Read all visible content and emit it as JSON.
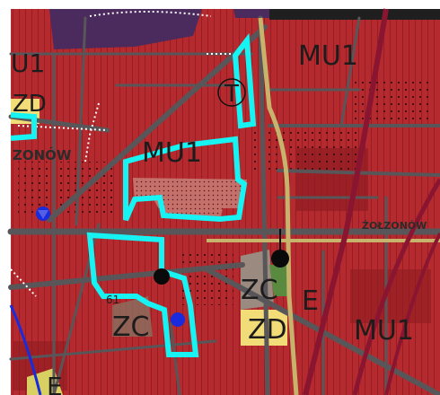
{
  "map": {
    "labels": {
      "mu1_top_right": "MU1",
      "mu1_left_edge": "U1",
      "zd_left": "ZD",
      "mu1_center": "MU1",
      "t_symbol": "T",
      "zc_center": "ZC",
      "zc_lower": "ZC",
      "zd_bottom": "ZD",
      "mu1_bottom_right": "MU1",
      "e_right": "E",
      "e_bottom_left": "E",
      "zc_number": "61",
      "zonow_left": "ZONÓW",
      "zonow_right": "ŻOŁZONÓW"
    },
    "colors": {
      "zone_mu": "#b52a2e",
      "zone_mu_dark": "#8f1c22",
      "zone_purple": "#4b2a5e",
      "zone_gray": "#9a8a80",
      "zone_yellow": "#f2dc78",
      "zone_green": "#5a8a40",
      "boundary_cyan": "#17f2f2",
      "road": "#595659",
      "rail": "#8a1530",
      "tram": "#c7b36c",
      "marker_blue": "#1a2bdc"
    },
    "symbols": [
      "blue-triangle-symbol",
      "black-dot-symbol",
      "tram-stop-symbol"
    ]
  }
}
